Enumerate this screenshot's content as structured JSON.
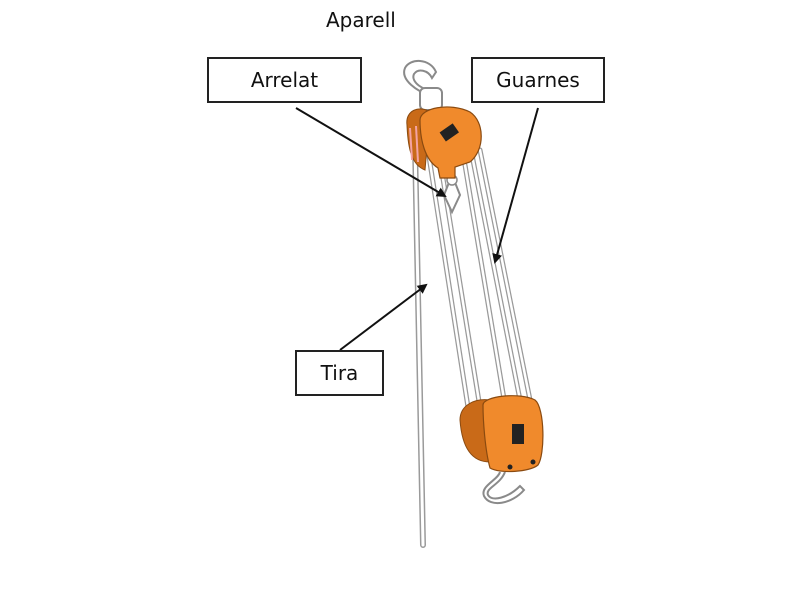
{
  "title": "Aparell",
  "labels": {
    "arrelat": "Arrelat",
    "guarnes": "Guarnes",
    "tira": "Tira"
  },
  "colors": {
    "block": "#f08a2c",
    "block_dark": "#c96a18",
    "rope": "#9a9a9a",
    "hook": "#8a8a8a",
    "arrow": "#111111"
  }
}
